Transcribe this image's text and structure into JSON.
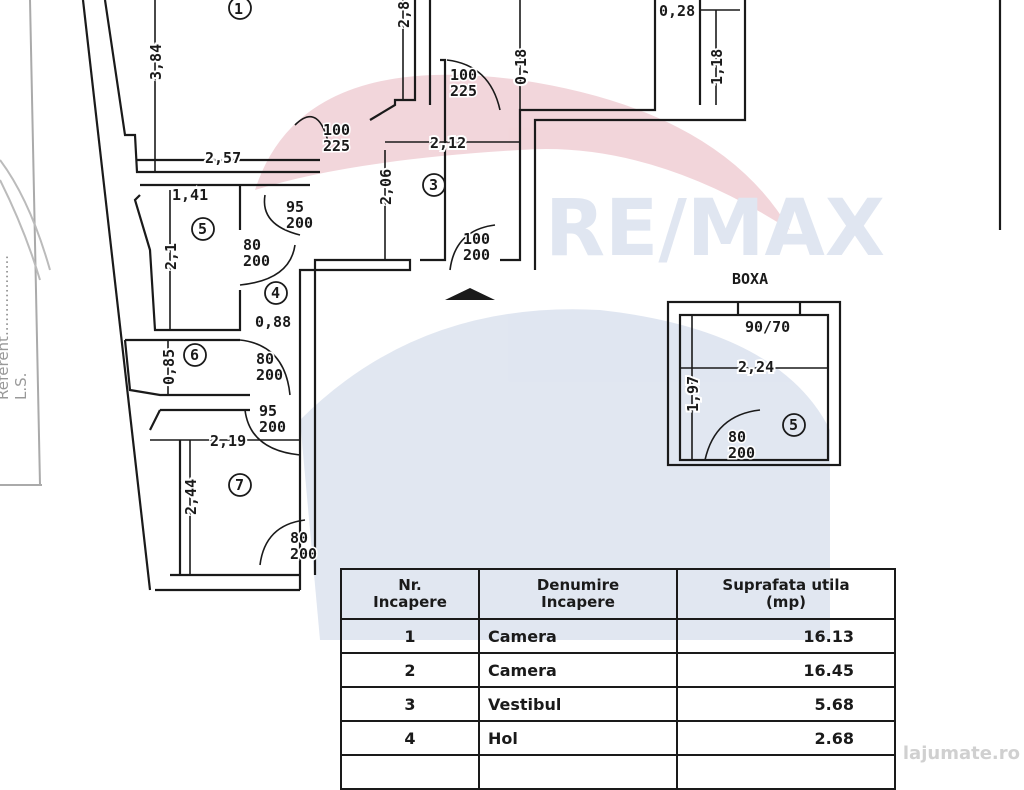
{
  "watermark": {
    "brand": "RE/MAX",
    "site": "lajumate.ro",
    "colors": {
      "red": "#e8b4bd",
      "blue": "#c8d3e6"
    }
  },
  "margin_stamp": {
    "referent": "Referent.................",
    "ls": "L.S."
  },
  "plan": {
    "rooms": [
      "1",
      "3",
      "5",
      "4",
      "6",
      "7",
      "5"
    ],
    "dimensions": [
      "3,84",
      "2,57",
      "1,41",
      "2,1",
      "0,88",
      "0,85",
      "2,19",
      "2,44",
      "2,12",
      "2,06",
      "2,8",
      "0,18",
      "0,28",
      "1,18"
    ],
    "doors": [
      {
        "w": "100",
        "h": "225"
      },
      {
        "w": "100",
        "h": "225"
      },
      {
        "w": "95",
        "h": "200"
      },
      {
        "w": "80",
        "h": "200"
      },
      {
        "w": "100",
        "h": "200"
      },
      {
        "w": "80",
        "h": "200"
      },
      {
        "w": "95",
        "h": "200"
      },
      {
        "w": "80",
        "h": "200"
      },
      {
        "w": "80",
        "h": "200"
      }
    ],
    "boxa": {
      "title": "BOXA",
      "window": "90/70",
      "width": "2,24",
      "depth": "1,97"
    }
  },
  "table": {
    "headers": [
      "Nr.",
      "Incapere",
      "Denumire",
      "Incapere",
      "Suprafata utila",
      "(mp)"
    ],
    "rows": [
      {
        "nr": "1",
        "name": "Camera",
        "area": "16.13"
      },
      {
        "nr": "2",
        "name": "Camera",
        "area": "16.45"
      },
      {
        "nr": "3",
        "name": "Vestibul",
        "area": "5.68"
      },
      {
        "nr": "4",
        "name": "Hol",
        "area": "2.68"
      }
    ]
  }
}
